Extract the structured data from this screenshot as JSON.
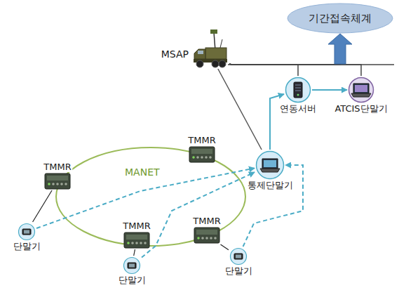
{
  "diagram": {
    "nodes": [
      {
        "text": [
          "기간접속체계"
        ]
      },
      {
        "text": [
          "MSAP"
        ]
      },
      {
        "text": [
          "연동서버"
        ]
      },
      {
        "text": [
          "ATCIS단말기"
        ]
      },
      {
        "text": [
          "TMMR"
        ]
      },
      {
        "text": [
          "TMMR"
        ]
      },
      {
        "text": [
          "통제단말기"
        ]
      },
      {
        "text": [
          "단말기"
        ]
      },
      {
        "text": [
          "TMMR"
        ]
      },
      {
        "text": [
          "TMMR"
        ]
      },
      {
        "text": [
          "단말기"
        ]
      },
      {
        "text": [
          "단말기"
        ]
      }
    ],
    "edges": [
      {
        "from": 6,
        "to": 2,
        "arrow": "to"
      },
      {
        "from": 2,
        "to": 3,
        "arrow": "to"
      },
      {
        "from": 1,
        "to": 0,
        "arrow": "to"
      },
      {
        "from": 1,
        "to": 2,
        "arrow": "none"
      },
      {
        "from": 1,
        "to": 3,
        "arrow": "none"
      },
      {
        "from": 1,
        "to": 6,
        "arrow": "none"
      },
      {
        "from": 7,
        "to": 6,
        "arrow": "to"
      },
      {
        "from": 10,
        "to": 6,
        "arrow": "to"
      },
      {
        "from": 11,
        "to": 6,
        "arrow": "to"
      },
      {
        "from": 5,
        "to": 7,
        "arrow": "none"
      },
      {
        "from": 8,
        "to": 10,
        "arrow": "none"
      },
      {
        "from": 9,
        "to": 11,
        "arrow": "none"
      }
    ],
    "labels": [
      "MANET"
    ]
  }
}
